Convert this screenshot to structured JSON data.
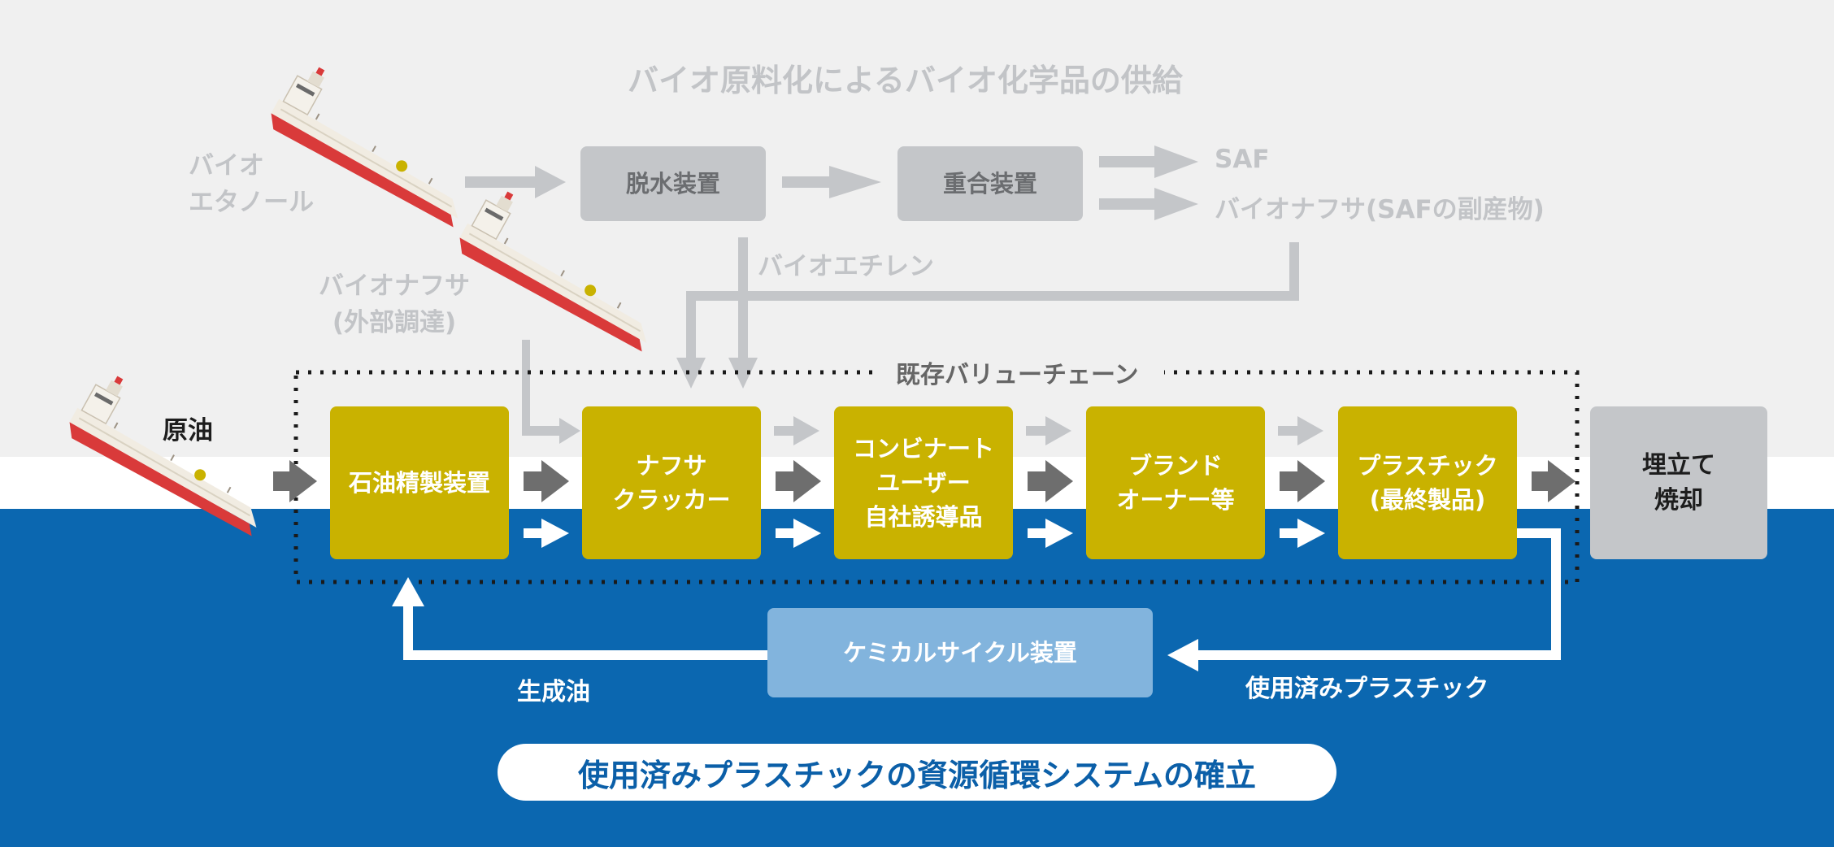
{
  "title": "バイオ原料化によるバイオ化学品の供給",
  "bio_section": {
    "feedstock_ethanol": "バイオ\nエタノール",
    "feedstock_naphtha": "バイオナフサ\n(外部調達)",
    "dehydration_unit": "脱水装置",
    "polymerization_unit": "重合装置",
    "output_saf": "SAF",
    "output_bio_naphtha": "バイオナフサ(SAFの副産物)",
    "bio_ethylene": "バイオエチレン"
  },
  "value_chain": {
    "label": "既存バリューチェーン",
    "crude_oil": "原油",
    "steps": [
      "石油精製装置",
      "ナフサ\nクラッカー",
      "コンビナート\nユーザー\n自社誘導品",
      "ブランド\nオーナー等",
      "プラスチック\n(最終製品)"
    ],
    "end": "埋立て\n焼却"
  },
  "recycling": {
    "unit": "ケミカルサイクル装置",
    "produced_oil": "生成油",
    "used_plastic": "使用済みプラスチック"
  },
  "banner": "使用済みプラスチックの資源循環システムの確立",
  "colors": {
    "gray_band": "#f0f0f0",
    "blue_band": "#0b67b0",
    "process_yellow": "#c9b200",
    "gray_box": "#c4c6c9",
    "recycle_box": "#82b4dd",
    "faint_arrow": "#c4c6c9",
    "dark_arrow": "#6e6e6e"
  }
}
